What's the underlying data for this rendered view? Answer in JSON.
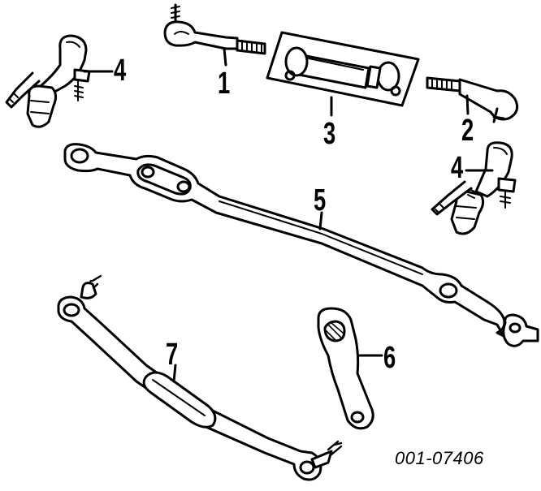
{
  "diagram": {
    "reference_code": "001-07406",
    "callouts": [
      {
        "id": "1",
        "label": "1"
      },
      {
        "id": "2",
        "label": "2"
      },
      {
        "id": "3",
        "label": "3"
      },
      {
        "id": "4a",
        "label": "4"
      },
      {
        "id": "4b",
        "label": "4"
      },
      {
        "id": "5",
        "label": "5"
      },
      {
        "id": "6",
        "label": "6"
      },
      {
        "id": "7",
        "label": "7"
      }
    ]
  }
}
